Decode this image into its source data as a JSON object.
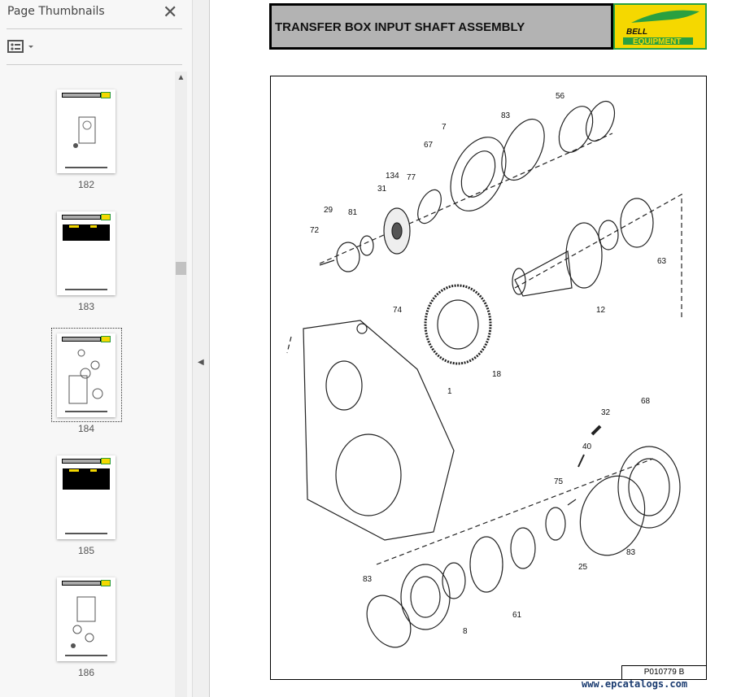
{
  "sidebar": {
    "title": "Page Thumbnails",
    "close_icon": "close-icon",
    "options_icon": "thumbnail-options-icon",
    "thumbnails": [
      {
        "page": "182"
      },
      {
        "page": "183"
      },
      {
        "page": "184",
        "selected": true
      },
      {
        "page": "185"
      },
      {
        "page": "186"
      }
    ]
  },
  "page": {
    "title": "TRANSFER BOX  INPUT SHAFT ASSEMBLY",
    "logo_text": "BELL",
    "logo_sub": "EQUIPMENT",
    "part_number": "P010779 B",
    "callouts": [
      "83",
      "56",
      "7",
      "67",
      "134",
      "77",
      "31",
      "29",
      "81",
      "72",
      "63",
      "12",
      "74",
      "18",
      "1",
      "32",
      "68",
      "40",
      "75",
      "83",
      "25",
      "61",
      "83",
      "8"
    ]
  },
  "watermark": "www.epcatalogs.com",
  "colors": {
    "logo_yellow": "#f5d800",
    "logo_green": "#2aa040",
    "header_gray": "#b3b3b3"
  }
}
